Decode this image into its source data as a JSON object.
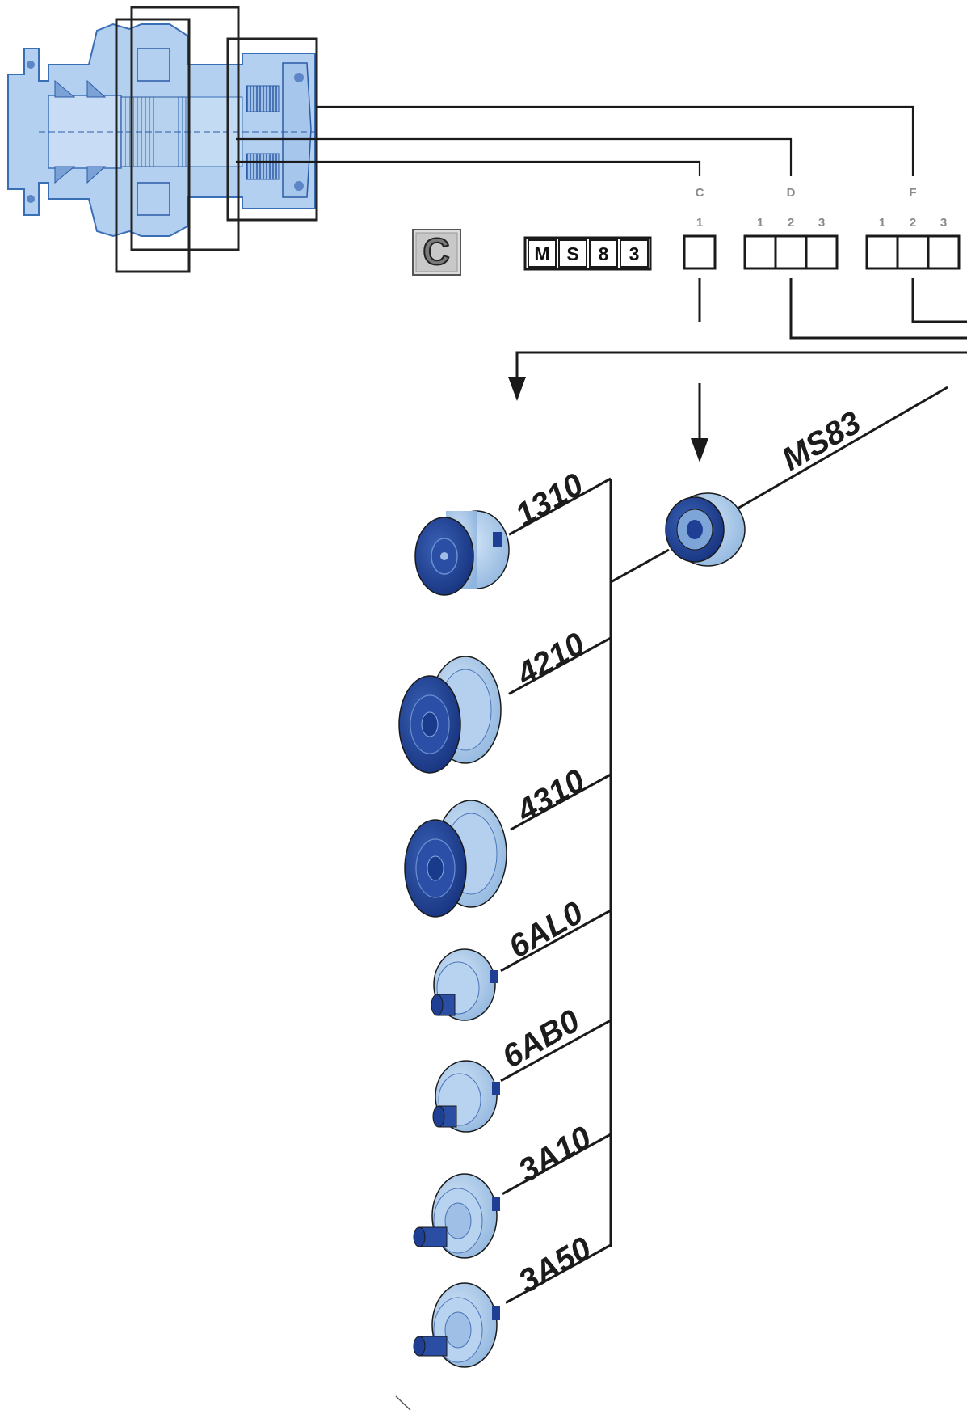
{
  "badge": {
    "letter": "C"
  },
  "model_code": {
    "chars": [
      "M",
      "S",
      "8",
      "3"
    ]
  },
  "columns": [
    {
      "letter": "C",
      "digits": [
        "1"
      ]
    },
    {
      "letter": "D",
      "digits": [
        "1",
        "2",
        "3"
      ]
    },
    {
      "letter": "F",
      "digits": [
        "1",
        "2",
        "3"
      ]
    }
  ],
  "motor_label": "MS83",
  "variants": [
    "1310",
    "4210",
    "4310",
    "6AL0",
    "6AB0",
    "3A10",
    "3A50"
  ],
  "colors": {
    "part_light": "#a9c9ea",
    "part_dark": "#1e3f94",
    "part_mid": "#5d86c9",
    "cutaway": "#b4d0f0",
    "cutaway_edge": "#3a6fb5",
    "outline": "#1a1a1a"
  },
  "icons": [
    "motor-cutaway-drawing",
    "gear-unit-icon"
  ]
}
